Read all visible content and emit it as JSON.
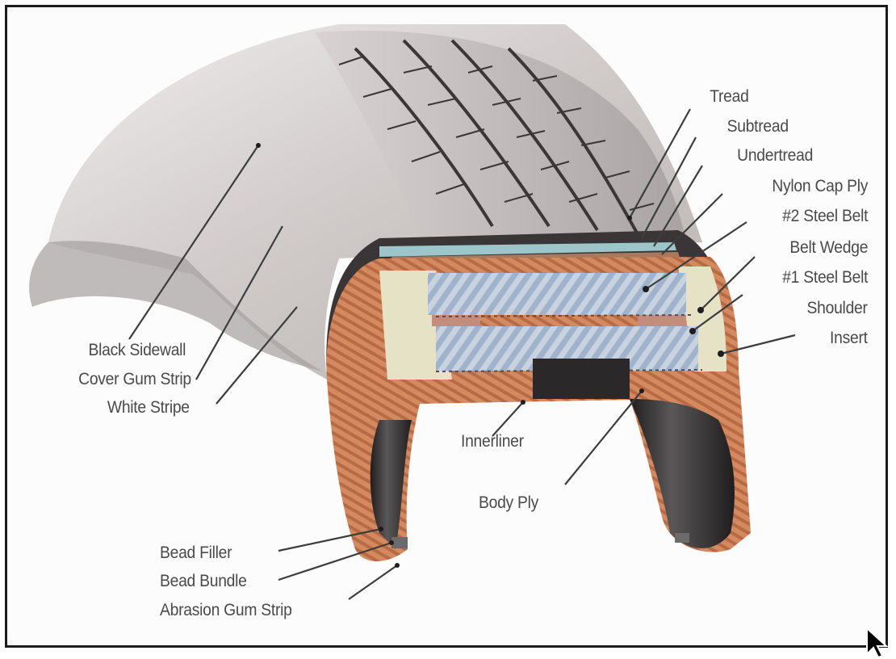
{
  "diagram": {
    "subject": "Radial tire cross-section",
    "labels_right": [
      {
        "id": "tread",
        "text": "Tread"
      },
      {
        "id": "subtread",
        "text": "Subtread"
      },
      {
        "id": "undertread",
        "text": "Undertread"
      },
      {
        "id": "nylon-cap-ply",
        "text": "Nylon Cap Ply"
      },
      {
        "id": "steel-belt-2",
        "text": "#2 Steel Belt"
      },
      {
        "id": "belt-wedge",
        "text": "Belt Wedge"
      },
      {
        "id": "steel-belt-1",
        "text": "#1 Steel Belt"
      },
      {
        "id": "shoulder",
        "text": "Shoulder"
      },
      {
        "id": "insert",
        "text": "Insert"
      }
    ],
    "labels_left": [
      {
        "id": "black-sidewall",
        "text": "Black Sidewall"
      },
      {
        "id": "cover-gum-strip",
        "text": "Cover Gum Strip"
      },
      {
        "id": "white-stripe",
        "text": "White Stripe"
      }
    ],
    "labels_bottom": [
      {
        "id": "bead-filler",
        "text": "Bead Filler"
      },
      {
        "id": "bead-bundle",
        "text": "Bead Bundle"
      },
      {
        "id": "abrasion-gum-strip",
        "text": "Abrasion Gum Strip"
      }
    ],
    "labels_center": [
      {
        "id": "innerliner",
        "text": "Innerliner"
      },
      {
        "id": "body-ply",
        "text": "Body Ply"
      }
    ],
    "colors": {
      "sidewall": "#cbc6c5",
      "tread_dark": "#3a3536",
      "body_ply": "#c9774f",
      "belt_blue": "#9fb3cc",
      "insert_cream": "#e6e2c6",
      "innerliner": "#2a2829",
      "label_text": "#4a4a4a",
      "frame": "#1b1b1b"
    }
  }
}
